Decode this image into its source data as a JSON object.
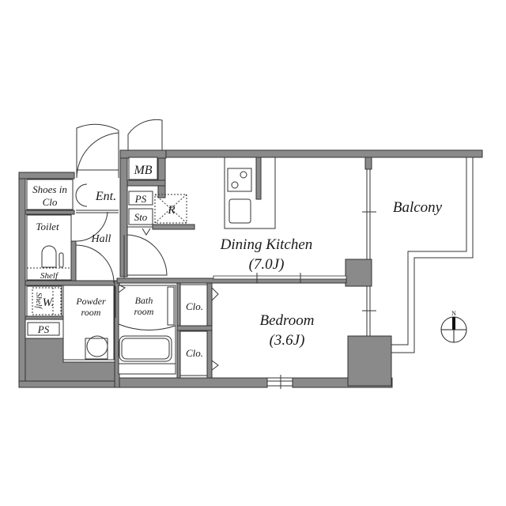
{
  "plan": {
    "rooms": {
      "dining_kitchen": {
        "name": "Dining Kitchen",
        "size": "(7.0J)"
      },
      "bedroom": {
        "name": "Bedroom",
        "size": "(3.6J)"
      },
      "balcony": {
        "name": "Balcony"
      },
      "hall": {
        "name": "Hall"
      },
      "entrance": {
        "name": "Ent."
      },
      "shoes_closet_line1": {
        "name": "Shoes in"
      },
      "shoes_closet_line2": {
        "name": "Clo"
      },
      "toilet": {
        "name": "Toilet"
      },
      "toilet_shelf": {
        "name": "Shelf"
      },
      "washer_shelf": {
        "name": "Shelf"
      },
      "washer": {
        "name": "W."
      },
      "ps_lower": {
        "name": "PS"
      },
      "ps_upper": {
        "name": "PS"
      },
      "storage": {
        "name": "Sto"
      },
      "meter_box": {
        "name": "MB"
      },
      "refrigerator": {
        "name": "R"
      },
      "powder_room_line1": {
        "name": "Powder"
      },
      "powder_room_line2": {
        "name": "room"
      },
      "bathroom_line1": {
        "name": "Bath"
      },
      "bathroom_line2": {
        "name": "room"
      },
      "closet_upper": {
        "name": "Clo."
      },
      "closet_lower": {
        "name": "Clo."
      }
    },
    "compass": {
      "north_label": "N"
    },
    "colors": {
      "wall": "#8a8a8a",
      "line": "#333333",
      "background": "#ffffff"
    }
  }
}
